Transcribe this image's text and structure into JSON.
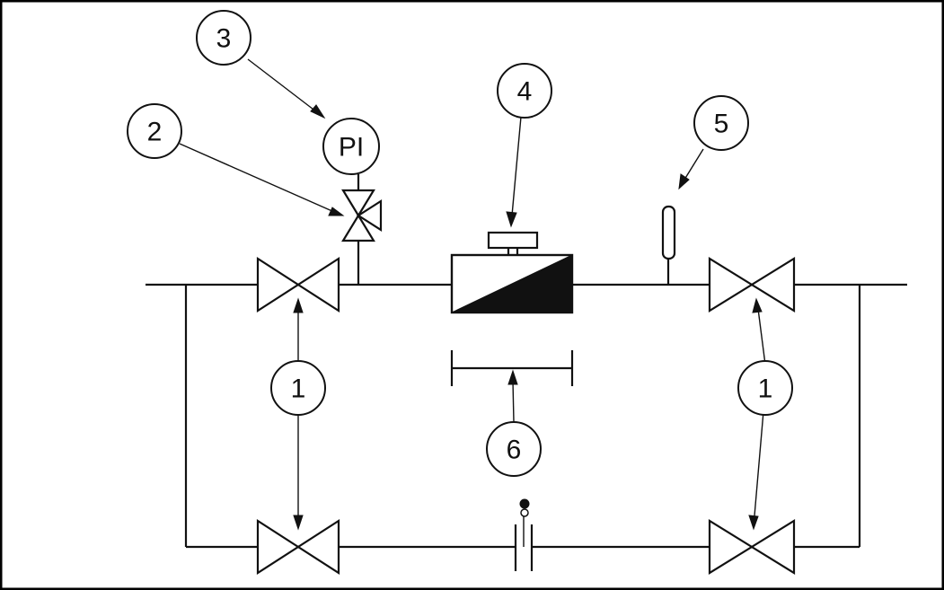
{
  "callouts": [
    {
      "id": "c3",
      "label": "3"
    },
    {
      "id": "c2",
      "label": "2"
    },
    {
      "id": "c4",
      "label": "4"
    },
    {
      "id": "c5",
      "label": "5"
    },
    {
      "id": "c1a",
      "label": "1"
    },
    {
      "id": "c1b",
      "label": "1"
    },
    {
      "id": "c6",
      "label": "6"
    }
  ],
  "instrument": {
    "label": "PI"
  },
  "colors": {
    "line": "#111111",
    "background": "#ffffff",
    "frame": "#000000"
  }
}
